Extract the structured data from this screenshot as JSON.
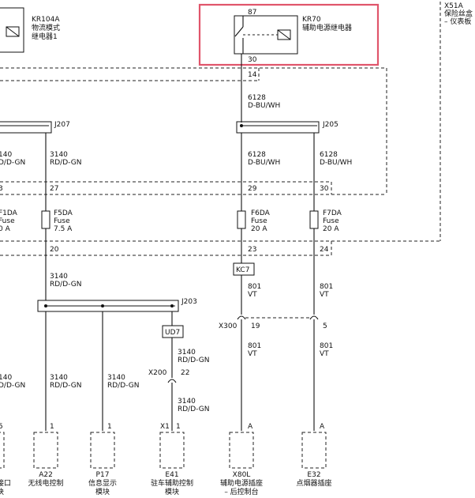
{
  "colors": {
    "highlight": "#e0556b",
    "ink": "#111111"
  },
  "relays": {
    "kr104a": {
      "id": "KR104A",
      "name_1": "物流模式",
      "name_2": "继电器1"
    },
    "kr70": {
      "id": "KR70",
      "name": "辅助电源继电器",
      "pin_top": "87",
      "pin_bottom": "30"
    }
  },
  "fuse_block": {
    "id": "X51A",
    "name_1": "保险丝盒",
    "name_2": "– 仪表板"
  },
  "pins": {
    "p14": "14",
    "p27": "27",
    "p29": "29",
    "p30": "30",
    "p20": "20",
    "p23": "23",
    "p24": "24",
    "p19": "19",
    "p5": "5",
    "p22": "22",
    "p1_a22": "1",
    "p1_p17": "1",
    "p1_e41": "1",
    "pA_x80l": "A",
    "pA_e32": "A"
  },
  "wires": {
    "w6128_top": {
      "num": "6128",
      "color": "D-BU/WH"
    },
    "w3140_left_cut": {
      "num": "140",
      "color": "D/D-GN"
    },
    "w3140_j207": {
      "num": "3140",
      "color": "RD/D-GN"
    },
    "w6128_mid": {
      "num": "6128",
      "color": "D-BU/WH"
    },
    "w6128_right": {
      "num": "6128",
      "color": "D-BU/WH"
    },
    "w3140_f5": {
      "num": "3140",
      "color": "RD/D-GN"
    },
    "w801_kc7": {
      "num": "801",
      "color": "VT"
    },
    "w801_f7": {
      "num": "801",
      "color": "VT"
    },
    "w3140_ud7": {
      "num": "3140",
      "color": "RD/D-GN"
    },
    "w801_x300": {
      "num": "801",
      "color": "VT"
    },
    "w801_5": {
      "num": "801",
      "color": "VT"
    },
    "w3140_left_cut2": {
      "num": "140",
      "color": "D/D-GN"
    },
    "w3140_a22": {
      "num": "3140",
      "color": "RD/D-GN"
    },
    "w3140_p17": {
      "num": "3140",
      "color": "RD/D-GN"
    },
    "w3140_x200": {
      "num": "3140",
      "color": "RD/D-GN"
    }
  },
  "fuses": {
    "f1da": {
      "name": "F1DA",
      "type": "Fuse",
      "rating": "0 A"
    },
    "f5da": {
      "name": "F5DA",
      "type": "Fuse",
      "rating": "7.5 A"
    },
    "f6da": {
      "name": "F6DA",
      "type": "Fuse",
      "rating": "20 A"
    },
    "f7da": {
      "name": "F7DA",
      "type": "Fuse",
      "rating": "20 A"
    }
  },
  "splices": {
    "j207": "J207",
    "j205": "J205",
    "j203": "J203"
  },
  "connectors": {
    "kc7": "KC7",
    "ud7": "UD7",
    "x300": "X300",
    "x200": "X200",
    "x1": "X1"
  },
  "devices": {
    "left_cut": {
      "id": "",
      "name_1": "接口",
      "name_2": "块"
    },
    "a22": {
      "id": "A22",
      "name_1": "无线电控制",
      "name_2": ""
    },
    "p17": {
      "id": "P17",
      "name_1": "信息显示",
      "name_2": "模块"
    },
    "e41": {
      "id": "E41",
      "name_1": "驻车辅助控制",
      "name_2": "模块"
    },
    "x80l": {
      "id": "X80L",
      "name_1": "辅助电源插座",
      "name_2": "– 后控制台"
    },
    "e32": {
      "id": "E32",
      "name_1": "点烟器插座",
      "name_2": ""
    }
  }
}
